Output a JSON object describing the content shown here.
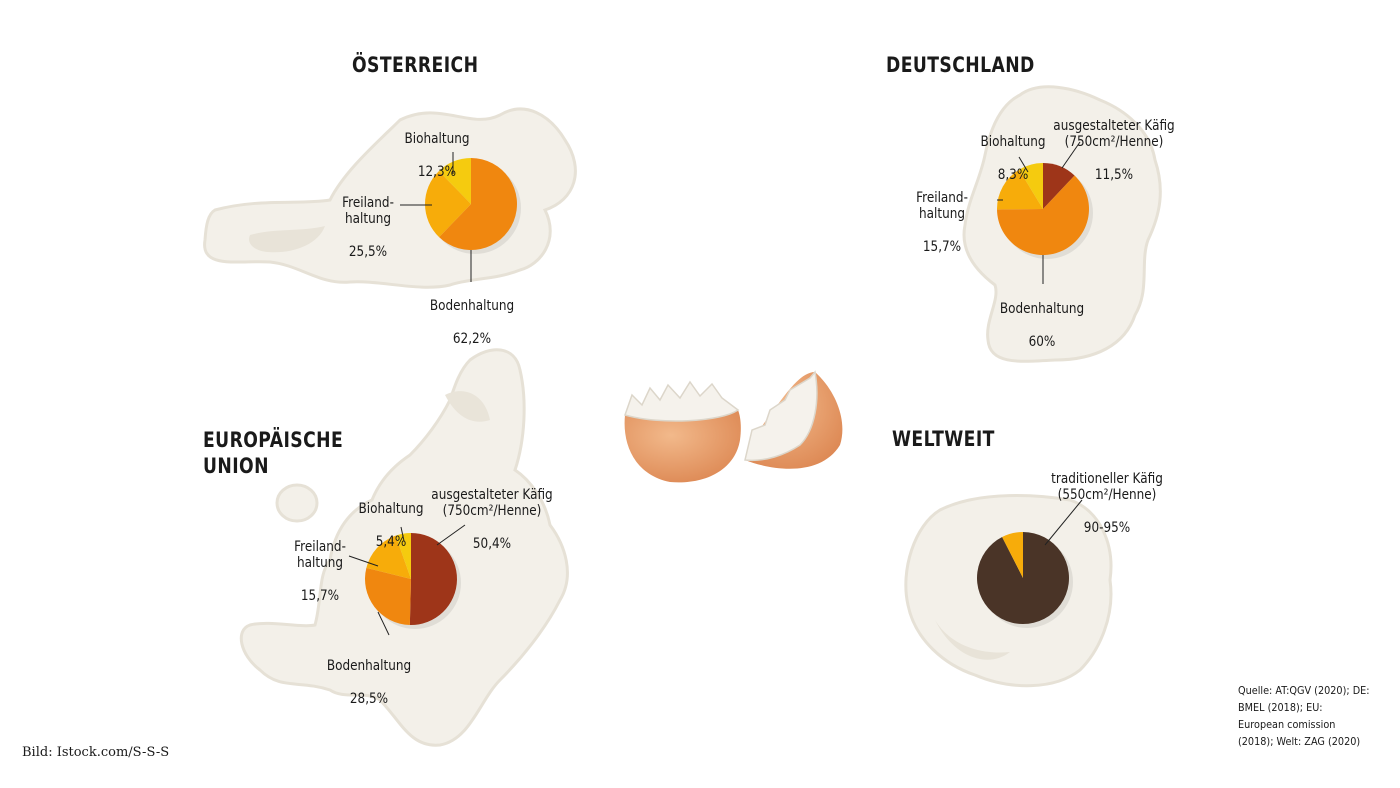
{
  "chart_data": [
    {
      "type": "pie",
      "title": "ÖSTERREICH",
      "slices": [
        {
          "label": "Bodenhaltung",
          "value": 62.2,
          "value_label": "62,2%",
          "color": "#f0870f"
        },
        {
          "label": "Freiland-\nhaltung",
          "value": 25.5,
          "value_label": "25,5%",
          "color": "#f7ac0a"
        },
        {
          "label": "Biohaltung",
          "value": 12.3,
          "value_label": "12,3%",
          "color": "#f5cb0f"
        }
      ]
    },
    {
      "type": "pie",
      "title": "DEUTSCHLAND",
      "slices": [
        {
          "label": "ausgestalteter Käfig\n(750cm²/Henne)",
          "value": 11.5,
          "value_label": "11,5%",
          "color": "#9e3519"
        },
        {
          "label": "Bodenhaltung",
          "value": 60,
          "value_label": "60%",
          "color": "#f0870f"
        },
        {
          "label": "Freiland-\nhaltung",
          "value": 15.7,
          "value_label": "15,7%",
          "color": "#f7ac0a"
        },
        {
          "label": "Biohaltung",
          "value": 8.3,
          "value_label": "8,3%",
          "color": "#f5cb0f"
        }
      ]
    },
    {
      "type": "pie",
      "title": "EUROPÄISCHE\nUNION",
      "slices": [
        {
          "label": "ausgestalteter Käfig\n(750cm²/Henne)",
          "value": 50.4,
          "value_label": "50,4%",
          "color": "#9e3519"
        },
        {
          "label": "Bodenhaltung",
          "value": 28.5,
          "value_label": "28,5%",
          "color": "#f0870f"
        },
        {
          "label": "Freiland-\nhaltung",
          "value": 15.7,
          "value_label": "15,7%",
          "color": "#f7ac0a"
        },
        {
          "label": "Biohaltung",
          "value": 5.4,
          "value_label": "5,4%",
          "color": "#f5cb0f"
        }
      ]
    },
    {
      "type": "pie",
      "title": "WELTWEIT",
      "slices": [
        {
          "label": "traditioneller Käfig\n(550cm²/Henne)",
          "value": 92.5,
          "value_label": "90-95%",
          "color": "#4a3427"
        },
        {
          "label": "",
          "value": 7.5,
          "value_label": "",
          "color": "#f7ac0a"
        }
      ]
    }
  ],
  "credit": "Bild: Istock.com/S-S-S",
  "source": "Quelle: AT:QGV (2020); DE: BMEL (2018); EU: European comission (2018); Welt: ZAG (2020)",
  "colors": {
    "egg_white": "#f3f0e9",
    "egg_white_shadow": "#e4ded2",
    "shell_outer": "#e9a06c",
    "shell_inner": "#f5f2ec"
  }
}
